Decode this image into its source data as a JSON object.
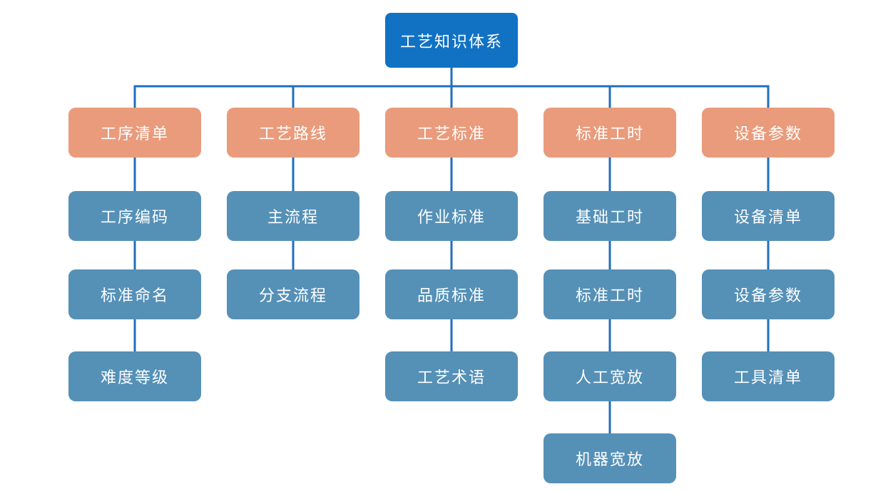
{
  "diagram": {
    "root_label": "工艺知识体系",
    "branches": [
      {
        "label": "工序清单",
        "children": [
          "工序编码",
          "标准命名",
          "难度等级"
        ]
      },
      {
        "label": "工艺路线",
        "children": [
          "主流程",
          "分支流程"
        ]
      },
      {
        "label": "工艺标准",
        "children": [
          "作业标准",
          "品质标准",
          "工艺术语"
        ]
      },
      {
        "label": "标准工时",
        "children": [
          "基础工时",
          "标准工时",
          "人工宽放",
          "机器宽放"
        ]
      },
      {
        "label": "设备参数",
        "children": [
          "设备清单",
          "设备参数",
          "工具清单"
        ]
      }
    ]
  },
  "colors": {
    "root_fill": "#1172c3",
    "branch_fill": "#e99b7c",
    "child_fill": "#5590b7",
    "connector": "#1f6fbe",
    "node_text": "#ffffff",
    "page_bg": "#ffffff"
  }
}
